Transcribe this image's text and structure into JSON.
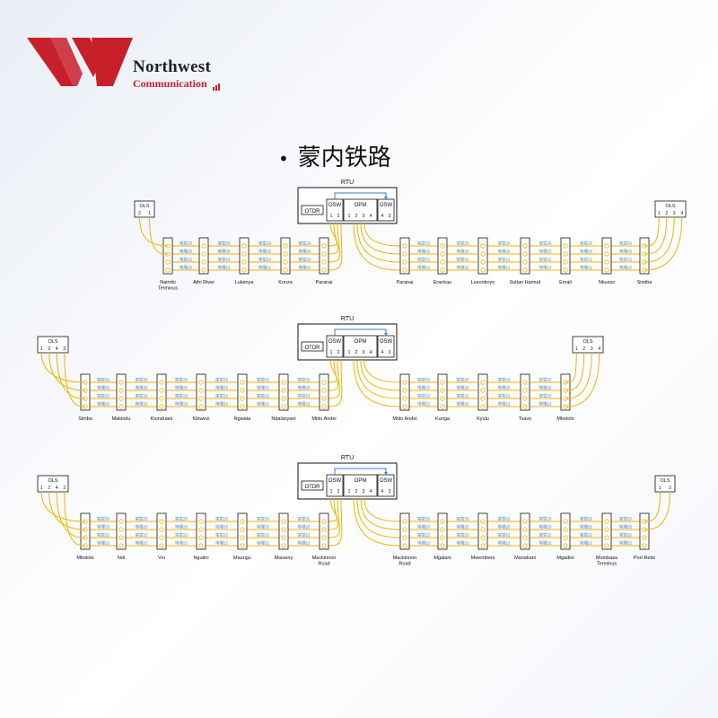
{
  "brand": {
    "name": "Northwest",
    "subtitle": "Communication"
  },
  "title": "蒙内铁路",
  "labels": {
    "rtu": "RTU",
    "otdr": "OTDR",
    "osw": "OSW",
    "opm": "OPM",
    "ols": "OLS"
  },
  "fiber_labels": [
    "架空25",
    "地埋25",
    "架空22",
    "地埋22"
  ],
  "rows": [
    {
      "rtu_port_labels": [
        "1",
        "2",
        "1",
        "2",
        "3",
        "4",
        "4",
        "3"
      ],
      "left": {
        "ols_ports": [
          "2",
          "1"
        ],
        "stations": [
          "Nairobi\nTerminus",
          "Athi River",
          "Lukenya",
          "Konza",
          "Paranai"
        ]
      },
      "right": {
        "ols_ports": [
          "1",
          "2",
          "3",
          "4"
        ],
        "stations": [
          "Paranai",
          "Erankau",
          "Lesonkoyo",
          "Sultan Hamud",
          "Emali",
          "Nkusso",
          "Simiba"
        ]
      }
    },
    {
      "rtu_port_labels": [
        "1",
        "2",
        "1",
        "2",
        "3",
        "4",
        "4",
        "3"
      ],
      "left": {
        "ols_ports": [
          "1",
          "2",
          "4",
          "3"
        ],
        "stations": [
          "Simba",
          "Makindu",
          "Kiunduani",
          "Kibwezi",
          "Ngwata",
          "Ndalasyani",
          "Mtito Andei"
        ]
      },
      "right": {
        "ols_ports": [
          "1",
          "2",
          "3",
          "4"
        ],
        "stations": [
          "Mtito Andei",
          "Kanga",
          "Kyulu",
          "Tsavo",
          "Mbololo"
        ]
      }
    },
    {
      "rtu_port_labels": [
        "1",
        "2",
        "1",
        "2",
        "3",
        "4",
        "4",
        "3"
      ],
      "left": {
        "ols_ports": [
          "1",
          "2",
          "4",
          "3"
        ],
        "stations": [
          "Mbololo",
          "Ndi",
          "Voi",
          "Ngutini",
          "Maungu",
          "Miaseny",
          "Mackinnon\nRoad"
        ]
      },
      "right": {
        "ols_ports": [
          "1",
          "2"
        ],
        "stations": [
          "Mackinnon\nRoad",
          "Mgalani",
          "Mwembeni",
          "Mariakani",
          "Mgadini",
          "Mombasa\nTerminus",
          "Port Reitz"
        ]
      }
    }
  ],
  "colors": {
    "fiber": "#f0b400",
    "fiber_label": "#3a7bc8",
    "brand_red": "#c8202a",
    "arrow": "#3a7bc8"
  }
}
